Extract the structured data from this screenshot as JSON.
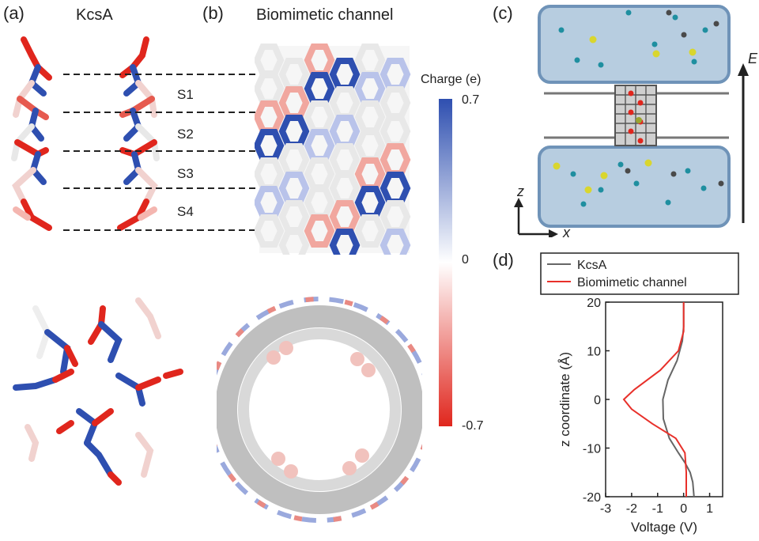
{
  "panels": {
    "a": {
      "label": "(a)",
      "title": "KcsA",
      "sites": [
        "S1",
        "S2",
        "S3",
        "S4"
      ]
    },
    "b": {
      "label": "(b)",
      "title": "Biomimetic channel"
    },
    "c": {
      "label": "(c)",
      "field_label": "E",
      "axis_z": "z",
      "axis_x": "x"
    },
    "d": {
      "label": "(d)"
    }
  },
  "colorbar": {
    "title": "Charge (e)",
    "max_label": "0.7",
    "mid_label": "0",
    "min_label": "-0.7",
    "colors": {
      "positive": "#2e4fb0",
      "neutral": "#ffffff",
      "negative": "#e0261d"
    }
  },
  "chart_data": {
    "type": "line",
    "xlabel": "Voltage (V)",
    "ylabel": "z coordinate (Å)",
    "xlim": [
      -3,
      1.5
    ],
    "ylim": [
      -20,
      20
    ],
    "xticks": [
      "-3",
      "-2",
      "-1",
      "0",
      "1"
    ],
    "yticks": [
      "20",
      "10",
      "0",
      "-10",
      "-20"
    ],
    "legend_position": "top",
    "series": [
      {
        "name": "KcsA",
        "color": "#666666",
        "x": [
          0.0,
          0.0,
          -0.05,
          -0.25,
          -0.6,
          -0.8,
          -0.78,
          -0.55,
          -0.2,
          0.05,
          0.25,
          0.35,
          0.4
        ],
        "y": [
          20,
          15,
          12,
          8,
          4,
          0,
          -4,
          -8,
          -11,
          -13,
          -15,
          -17,
          -20
        ]
      },
      {
        "name": "Biomimetic channel",
        "color": "#e8302a",
        "x": [
          0.0,
          0.0,
          -0.2,
          -0.9,
          -1.9,
          -2.3,
          -2.0,
          -1.2,
          -0.3,
          0.05,
          0.1,
          0.1
        ],
        "y": [
          20,
          14,
          10,
          6,
          2,
          0,
          -2,
          -5,
          -8,
          -11,
          -15,
          -20
        ]
      }
    ]
  }
}
